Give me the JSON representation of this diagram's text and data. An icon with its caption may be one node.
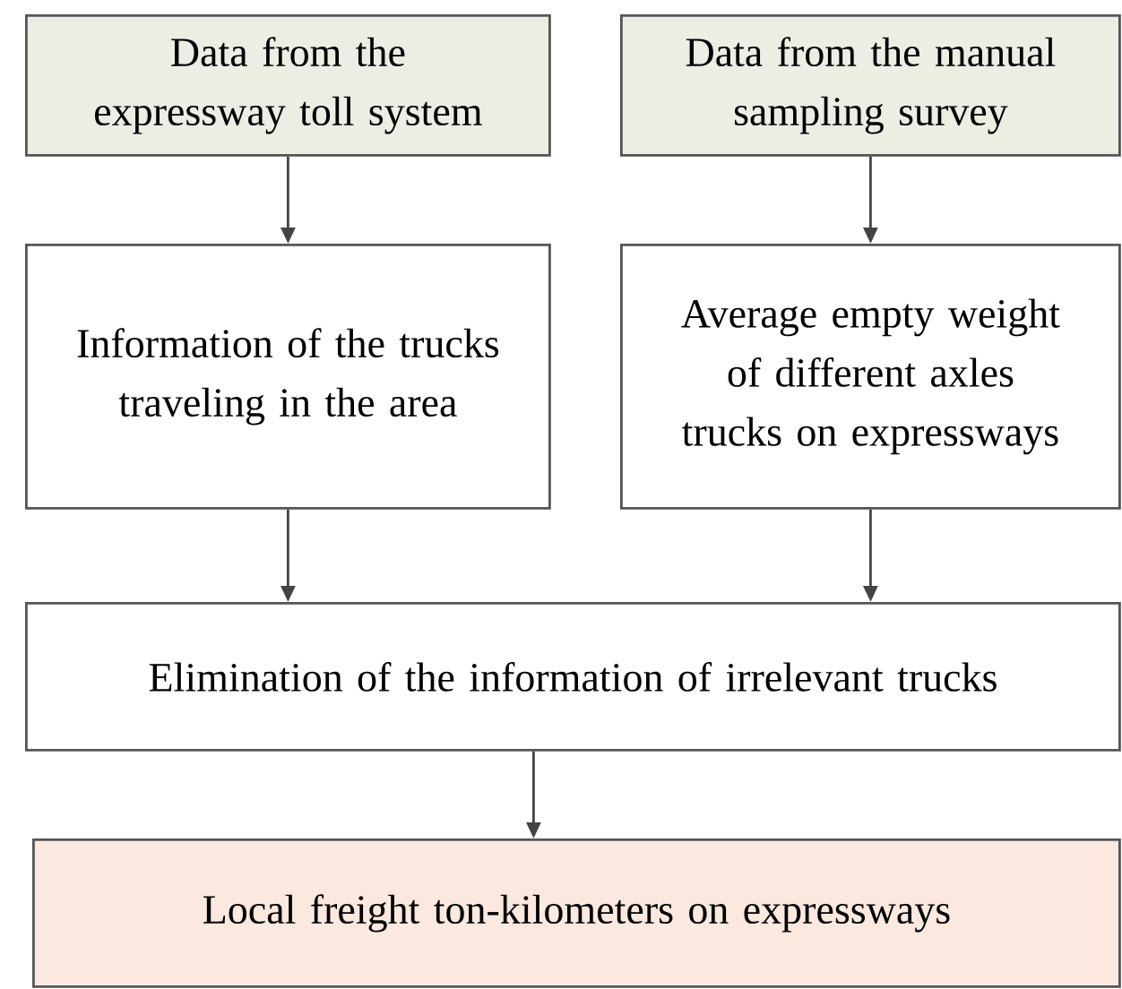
{
  "diagram": {
    "nodes": [
      {
        "text": [
          "Data from the expressway toll system"
        ]
      },
      {
        "text": [
          "Data from the manual sampling survey"
        ]
      },
      {
        "text": [
          "Information of  the trucks traveling in the area"
        ]
      },
      {
        "text": [
          "Average empty weight of different axles trucks on expressways"
        ]
      },
      {
        "text": [
          "Elimination of the information of irrelevant trucks"
        ]
      },
      {
        "text": [
          "Local freight ton-kilometers on expressways"
        ]
      }
    ],
    "edges": [
      {
        "from": 0,
        "to": 2,
        "arrow": "to"
      },
      {
        "from": 1,
        "to": 3,
        "arrow": "to"
      },
      {
        "from": 2,
        "to": 4,
        "arrow": "to"
      },
      {
        "from": 3,
        "to": 4,
        "arrow": "to"
      },
      {
        "from": 4,
        "to": 5,
        "arrow": "to"
      }
    ]
  }
}
